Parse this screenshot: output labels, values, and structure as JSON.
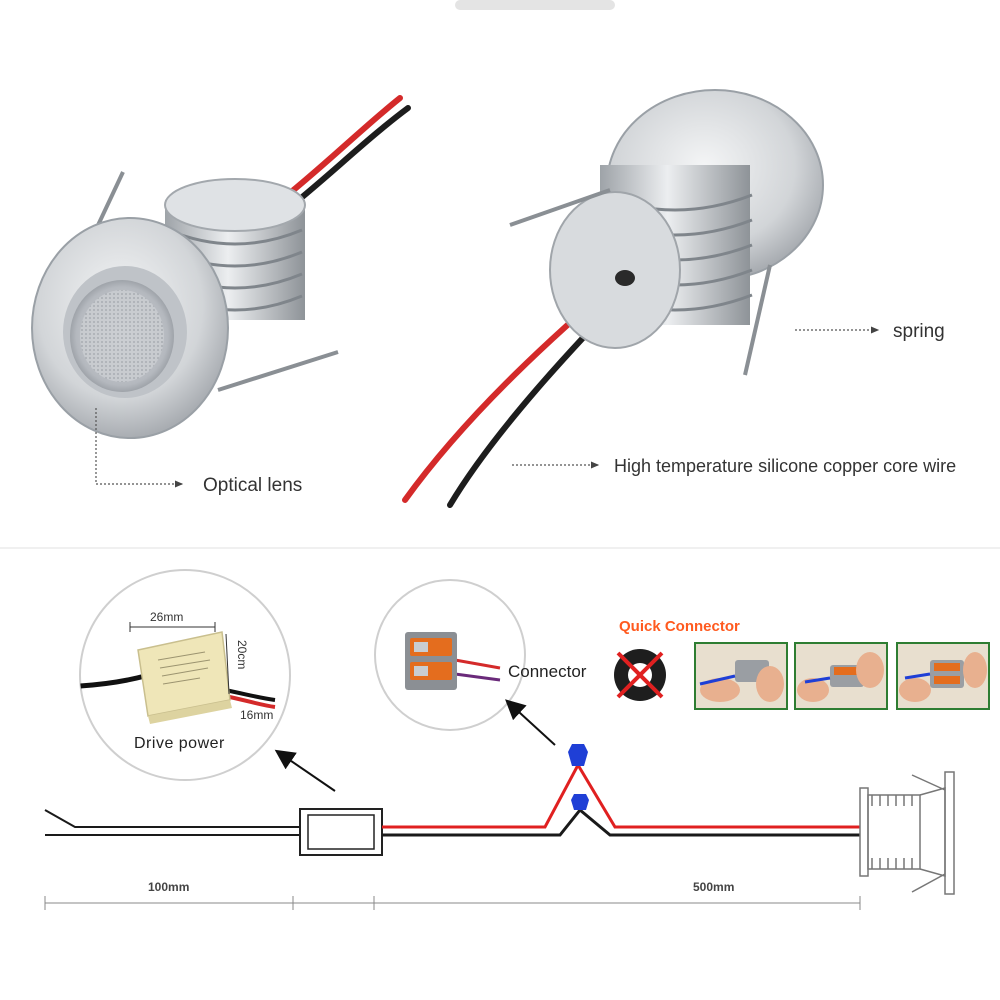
{
  "callouts": {
    "spring": "spring",
    "optical_lens": "Optical lens",
    "wire": "High temperature silicone copper core wire"
  },
  "driver_inset": {
    "caption": "Drive power",
    "dim_width": "26mm",
    "dim_height": "20cm",
    "dim_depth": "16mm"
  },
  "connector_inset": {
    "caption": "Connector"
  },
  "quick_connector": {
    "title": "Quick Connector"
  },
  "measurements": {
    "left_segment": "100mm",
    "right_segment": "500mm"
  },
  "colors": {
    "red_wire": "#e02020",
    "black_wire": "#1a1a1a",
    "aluminium": "#d6d8da",
    "quick_connector_title": "#ff5a1f",
    "wire_nut": "#1f3fd6"
  }
}
